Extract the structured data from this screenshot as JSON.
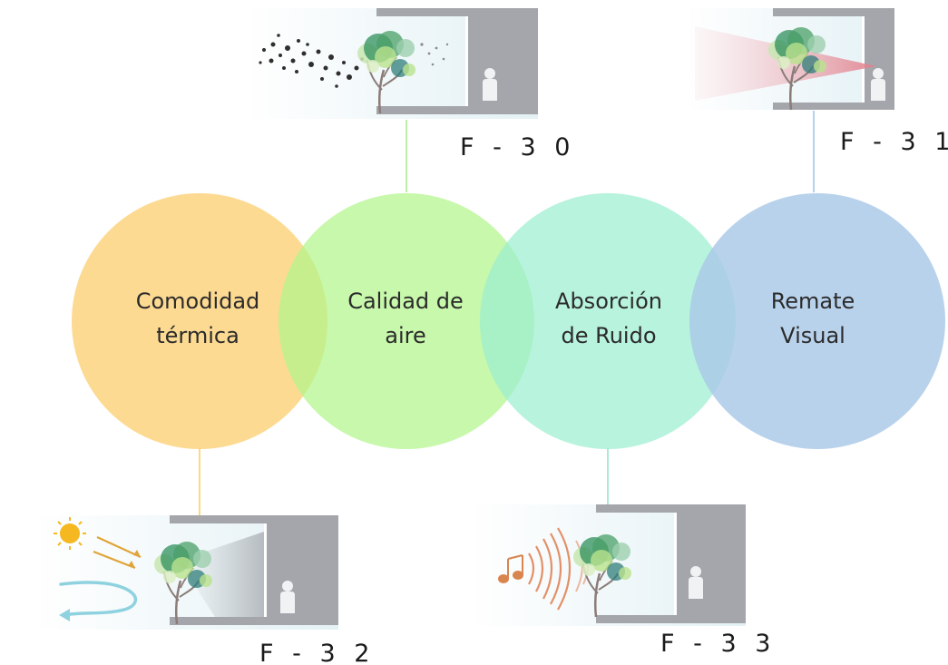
{
  "circles": [
    {
      "line1": "Comodidad",
      "line2": "térmica",
      "color": "#fcd27a"
    },
    {
      "line1": "Calidad de",
      "line2": "aire",
      "color": "#b1f58a"
    },
    {
      "line1": "Absorción",
      "line2": "de Ruido",
      "color": "#9ceed0"
    },
    {
      "line1": "Remate",
      "line2": "Visual",
      "color": "#a9c8e8"
    }
  ],
  "figures": {
    "f30": {
      "label": "F - 3 0",
      "icon": "tree-filtering-air-particles-icon"
    },
    "f31": {
      "label": "F - 3 1",
      "icon": "tree-as-visual-focal-point-icon"
    },
    "f32": {
      "label": "F - 3 2",
      "icon": "tree-providing-thermal-comfort-icon"
    },
    "f33": {
      "label": "F - 3 3",
      "icon": "tree-absorbing-noise-icon"
    }
  },
  "colors": {
    "line_yellow": "#f5cc5a",
    "line_green": "#a6e88a",
    "line_teal": "#8fe3c8",
    "line_blue": "#9cc3e6",
    "wall": "#a4a6ab",
    "panel_bg": "#e9f4f7"
  }
}
